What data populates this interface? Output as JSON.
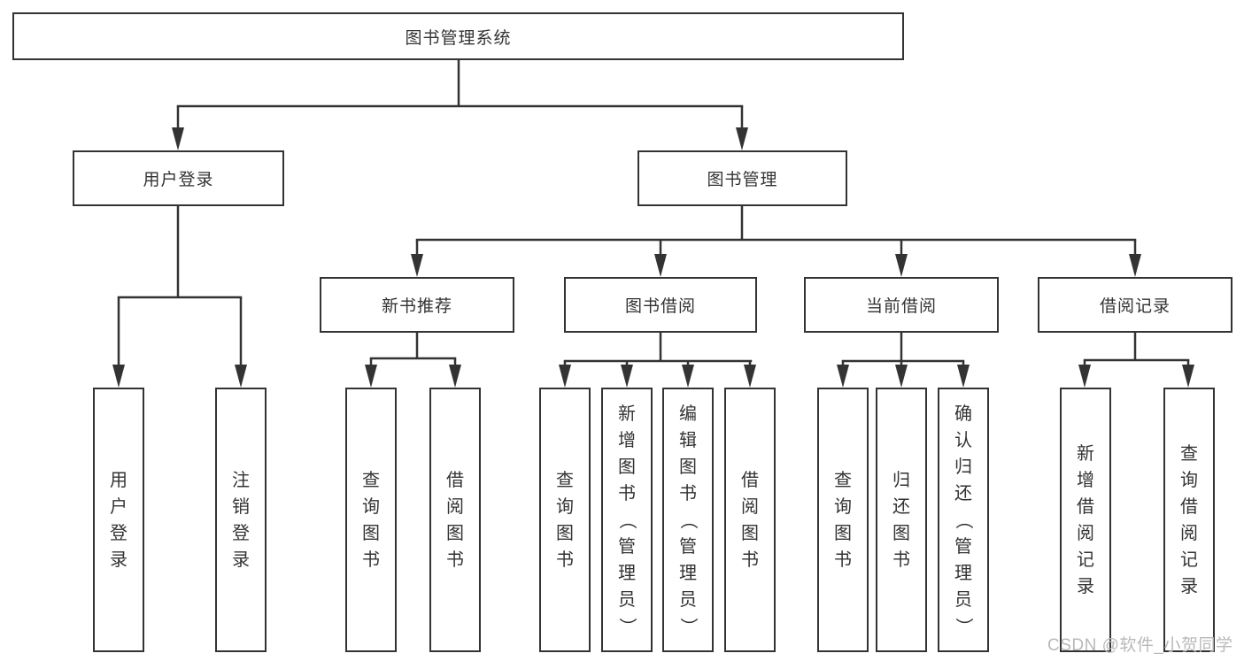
{
  "tree": {
    "label": "图书管理系统",
    "children": [
      {
        "label": "用户登录",
        "children": [
          {
            "label": "用户登录"
          },
          {
            "label": "注销登录"
          }
        ]
      },
      {
        "label": "图书管理",
        "children": [
          {
            "label": "新书推荐",
            "children": [
              {
                "label": "查询图书"
              },
              {
                "label": "借阅图书"
              }
            ]
          },
          {
            "label": "图书借阅",
            "children": [
              {
                "label": "查询图书"
              },
              {
                "label": "新增图书（管理员）"
              },
              {
                "label": "编辑图书（管理员）"
              },
              {
                "label": "借阅图书"
              }
            ]
          },
          {
            "label": "当前借阅",
            "children": [
              {
                "label": "查询图书"
              },
              {
                "label": "归还图书"
              },
              {
                "label": "确认归还（管理员）"
              }
            ]
          },
          {
            "label": "借阅记录",
            "children": [
              {
                "label": "新增借阅记录"
              },
              {
                "label": "查询借阅记录"
              }
            ]
          }
        ]
      }
    ]
  },
  "watermark": {
    "text": "CSDN @软件_小贺同学",
    "color": "#b9b9b9"
  },
  "colors": {
    "line": "#333333",
    "box_border": "#333333",
    "text": "#333333",
    "background": "#ffffff"
  }
}
